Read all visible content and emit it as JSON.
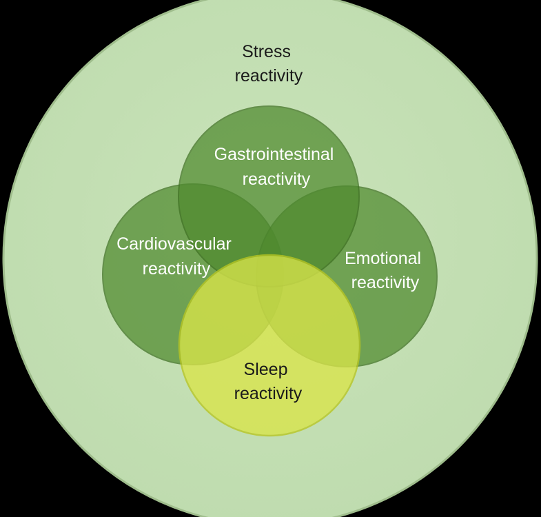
{
  "colors": {
    "background": "#000000",
    "outer_fill": "#c5e0b4",
    "outer_edge": "#9fbd8c",
    "circle_green": "#4f8a2e",
    "circle_green_edge": "#3e6f22",
    "circle_sleep": "#d9e54a",
    "circle_sleep_edge": "#b8c622"
  },
  "diagram": {
    "outer": {
      "lines": [
        "Stress",
        "reactivity"
      ]
    },
    "gastrointestinal": {
      "lines": [
        "Gastrointestinal",
        "reactivity"
      ]
    },
    "cardiovascular": {
      "lines": [
        "Cardiovascular",
        "reactivity"
      ]
    },
    "emotional": {
      "lines": [
        "Emotional",
        "reactivity"
      ]
    },
    "sleep": {
      "lines": [
        "Sleep",
        "reactivity"
      ]
    }
  }
}
